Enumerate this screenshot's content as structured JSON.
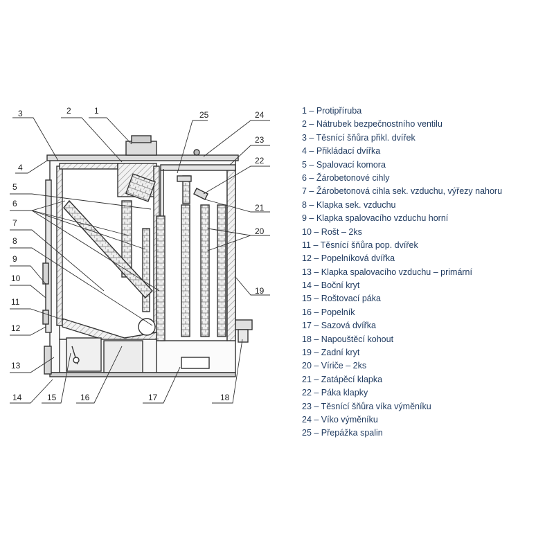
{
  "callouts": [
    "1",
    "2",
    "3",
    "4",
    "5",
    "6",
    "7",
    "8",
    "9",
    "10",
    "11",
    "12",
    "13",
    "14",
    "15",
    "16",
    "17",
    "18",
    "19",
    "20",
    "21",
    "22",
    "23",
    "24",
    "25"
  ],
  "legend": [
    "1 – Protipříruba",
    "2 – Nátrubek bezpečnostního ventilu",
    "3 – Těsnící šňůra přikl. dvířek",
    "4 – Přikládací dvířka",
    "5 – Spalovací komora",
    "6 – Žárobetonové cihly",
    "7 – Žárobetonová cihla sek. vzduchu, výřezy nahoru",
    "8 – Klapka sek. vzduchu",
    "9 – Klapka spalovacího vzduchu horní",
    "10 – Rošt – 2ks",
    "11 – Těsnící šňůra pop. dvířek",
    "12 – Popelníková dvířka",
    "13 – Klapka spalovacího vzduchu – primární",
    "14 – Boční kryt",
    "15 – Roštovací páka",
    "16 – Popelník",
    "17 – Sazová dvířka",
    "18 – Napouštěcí kohout",
    "19 – Zadní kryt",
    "20 – Víriče – 2ks",
    "21 – Zatápěcí klapka",
    "22 – Páka klapky",
    "23 – Těsnící šňůra víka výměníku",
    "24 – Víko výměníku",
    "25 – Přepážka spalin"
  ],
  "colors": {
    "line": "#333333",
    "fill": "#e9e9e9",
    "hatch": "#8a8a8a",
    "legend_text": "#1f3a5f"
  }
}
